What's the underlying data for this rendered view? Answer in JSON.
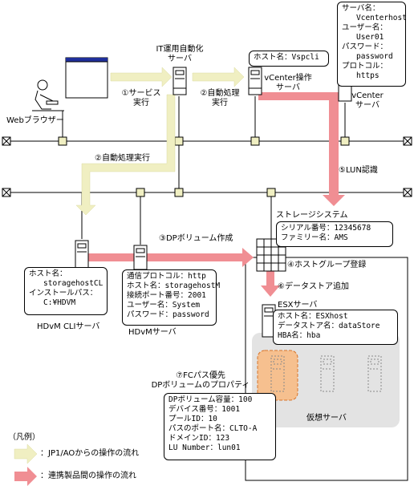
{
  "colors": {
    "jp1_flow": "#f0efc2",
    "link_flow": "#f08e93",
    "orange": "#f6c08f",
    "gray_area": "#e3e3e3"
  },
  "nodes": {
    "web_browser": "Webブラウザー",
    "it_server": "IT運用自動化\nサーバ",
    "vcenter_op_server": "vCenter操作\nサーバ",
    "vcenter_server": "vCenter\nサーバ",
    "storage_system": "ストレージシステム",
    "hdvm_cli_server": "HDvM CLIサーバ",
    "hdvm_server": "HDvMサーバ",
    "esx_server": "ESXサーバ",
    "virtual_server": "仮想サーバ"
  },
  "steps": {
    "s1": "①サービス\n実行",
    "s2a": "②自動処理\n実行",
    "s2b": "②自動処理実行",
    "s3": "③DPボリューム作成",
    "s4": "④ホストグループ登録",
    "s5": "⑤LUN認識",
    "s6": "⑥データストア追加",
    "s7": "⑦FCパス優先\nDPボリュームのプロパティ"
  },
  "info_boxes": {
    "vspcli": [
      "ホスト名：Vspcli"
    ],
    "vcenter": [
      "サーバ名：",
      "Vcenterhost",
      "ユーザー名：",
      "User01",
      "パスワード：",
      "password",
      "プロトコル：",
      "https"
    ],
    "storage": [
      "シリアル番号：12345678",
      "ファミリー名：AMS"
    ],
    "cli": [
      "ホスト名：",
      "storagehostCL",
      "インストールパス：",
      "C:¥HDVM"
    ],
    "hdvm": [
      "通信プロトコル：http",
      "ホスト名：storagehostM",
      "接続ポート番号：2001",
      "ユーザー名：System",
      "パスワード：password"
    ],
    "esx": [
      "ホスト名：ESXhost",
      "データストア名：dataStore",
      "HBA名：hba"
    ],
    "dp": [
      "DPボリューム容量：100",
      "デバイス番号：1001",
      "プールID：10",
      "パスのポート名：CLTO-A",
      "ドメインID：123",
      "LU Number：lun01"
    ]
  },
  "legend": {
    "title": "（凡例）",
    "jp1": "：JP1/AOからの操作の流れ",
    "link": "：連携製品間の操作の流れ"
  }
}
